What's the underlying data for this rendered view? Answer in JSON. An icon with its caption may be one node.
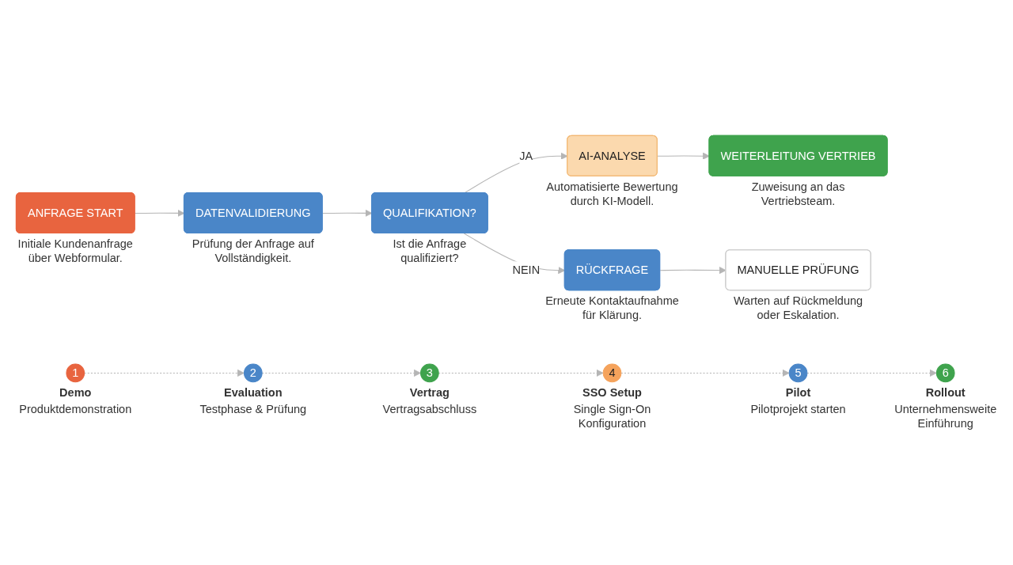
{
  "diagram": {
    "nodes": [
      {
        "text": [
          "ANFRAGE START"
        ],
        "beside": [
          "Initiale Kundenanfrage über Webformular."
        ]
      },
      {
        "text": [
          "DATENVALIDIERUNG"
        ],
        "beside": [
          "Prüfung der Anfrage auf Vollständigkeit."
        ]
      },
      {
        "text": [
          "QUALIFIKATION?"
        ],
        "beside": [
          "Ist die Anfrage qualifiziert?"
        ]
      },
      {
        "text": [
          "AI-ANALYSE"
        ],
        "beside": [
          "Automatisierte Bewertung durch KI-Modell."
        ]
      },
      {
        "text": [
          "WEITERLEITUNG VERTRIEB"
        ],
        "beside": [
          "Zuweisung an das Vertriebsteam."
        ]
      },
      {
        "text": [
          "RÜCKFRAGE"
        ],
        "beside": [
          "Erneute Kontaktaufnahme für Klärung."
        ]
      },
      {
        "text": [
          "MANUELLE PRÜFUNG"
        ],
        "beside": [
          "Warten auf Rückmeldung oder Eskalation."
        ]
      },
      {
        "text": [
          "1"
        ],
        "beside": [
          "Demo",
          "Produktdemonstration"
        ]
      },
      {
        "text": [
          "2"
        ],
        "beside": [
          "Evaluation",
          "Testphase & Prüfung"
        ]
      },
      {
        "text": [
          "3"
        ],
        "beside": [
          "Vertrag",
          "Vertragsabschluss"
        ]
      },
      {
        "text": [
          "4"
        ],
        "beside": [
          "SSO Setup",
          "Single Sign-On Konfiguration"
        ]
      },
      {
        "text": [
          "5"
        ],
        "beside": [
          "Pilot",
          "Pilotprojekt starten"
        ]
      },
      {
        "text": [
          "6"
        ],
        "beside": [
          "Rollout",
          "Unternehmensweite Einführung"
        ]
      }
    ],
    "edges": [
      {
        "from": 0,
        "to": 1,
        "arrow": "to"
      },
      {
        "from": 1,
        "to": 2,
        "arrow": "to"
      },
      {
        "from": 2,
        "to": 3,
        "arrow": "to",
        "label": "JA"
      },
      {
        "from": 2,
        "to": 5,
        "arrow": "to",
        "label": "NEIN"
      },
      {
        "from": 3,
        "to": 4,
        "arrow": "to"
      },
      {
        "from": 5,
        "to": 6,
        "arrow": "to"
      },
      {
        "from": 7,
        "to": 8,
        "arrow": "to",
        "style": "dashed"
      },
      {
        "from": 8,
        "to": 9,
        "arrow": "to",
        "style": "dashed"
      },
      {
        "from": 9,
        "to": 10,
        "arrow": "to",
        "style": "dashed"
      },
      {
        "from": 10,
        "to": 11,
        "arrow": "to",
        "style": "dashed"
      },
      {
        "from": 11,
        "to": 12,
        "arrow": "to",
        "style": "dashed"
      }
    ]
  }
}
